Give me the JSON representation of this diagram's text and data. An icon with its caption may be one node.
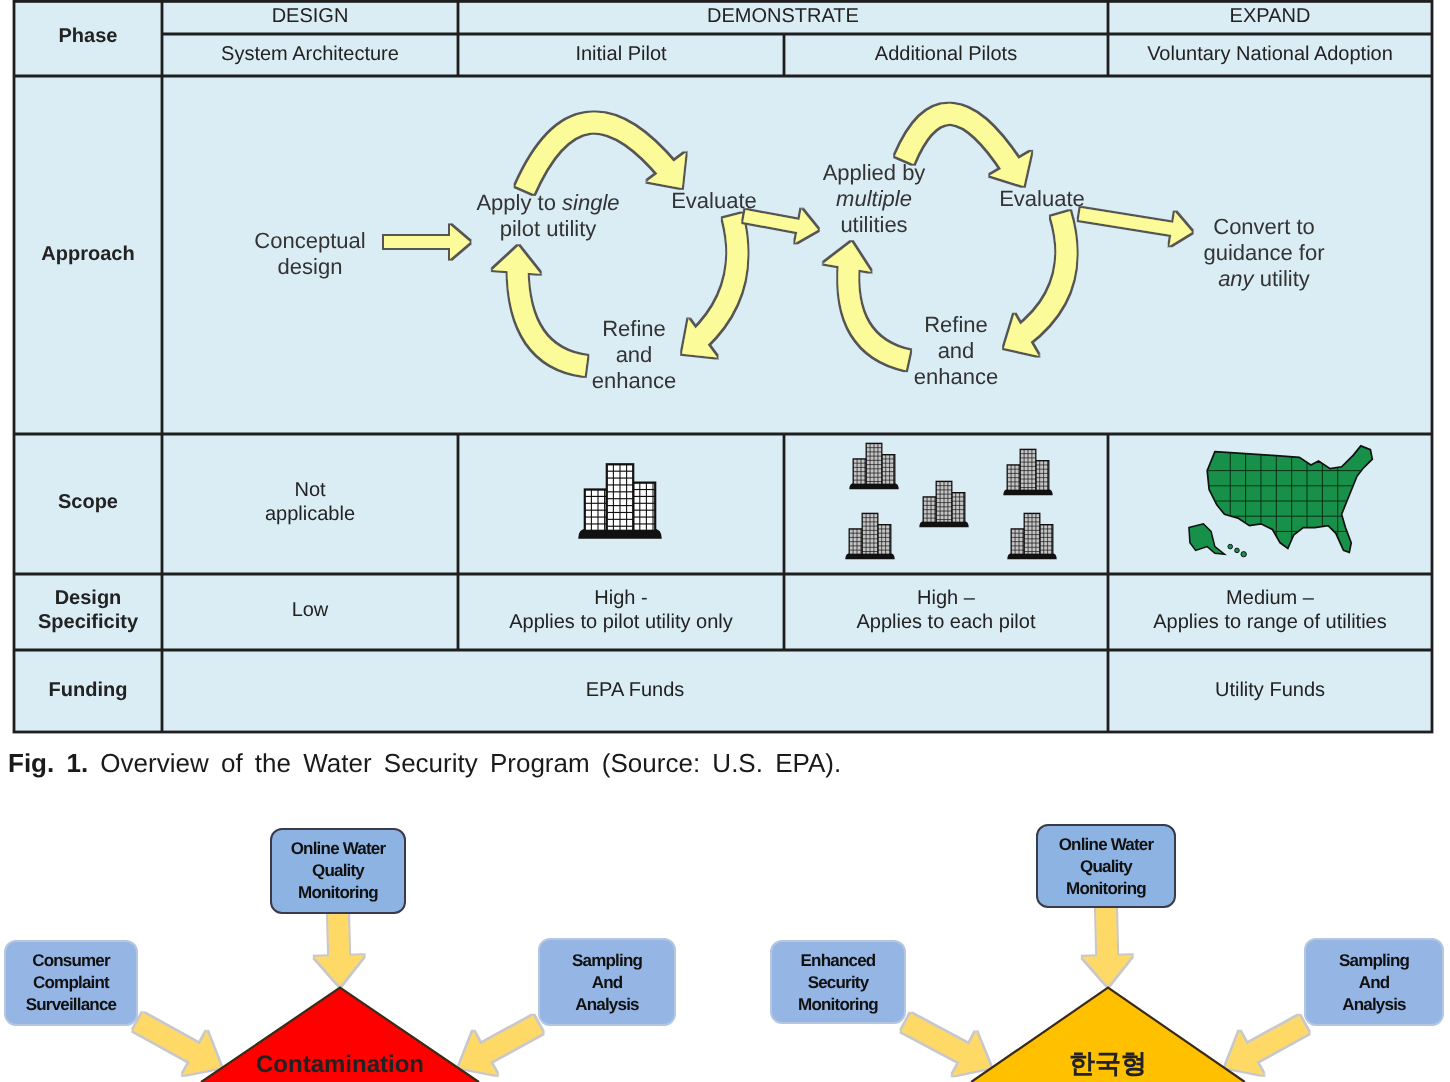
{
  "diagram": {
    "caption": "**Fig. 1.** Overview of the Water Security Program (Source: U.S. EPA).",
    "nodes": [
      {
        "text": [
          "Conceptual design"
        ]
      },
      {
        "text": [
          "Apply to *single* pilot utility"
        ]
      },
      {
        "text": [
          "Evaluate"
        ]
      },
      {
        "text": [
          "Refine and enhance"
        ]
      },
      {
        "text": [
          "Applied by *multiple* utilities"
        ]
      },
      {
        "text": [
          "Evaluate"
        ]
      },
      {
        "text": [
          "Refine and enhance"
        ]
      },
      {
        "text": [
          "Convert to guidance for *any* utility"
        ]
      },
      {
        "text": [
          "Online Water Quality Monitoring"
        ]
      },
      {
        "text": [
          "Consumer Complaint Surveillance"
        ]
      },
      {
        "text": [
          "Sampling And Analysis"
        ]
      },
      {
        "text": [
          "Contamination"
        ]
      },
      {
        "text": [
          "Online Water Quality Monitoring"
        ]
      },
      {
        "text": [
          "Enhanced Security Monitoring"
        ]
      },
      {
        "text": [
          "Sampling And Analysis"
        ]
      },
      {
        "text": [
          "한국형"
        ]
      }
    ],
    "edges": [
      {
        "from": 0,
        "to": 1,
        "arrow": "to"
      },
      {
        "from": 1,
        "to": 2,
        "arrow": "to"
      },
      {
        "from": 2,
        "to": 3,
        "arrow": "to"
      },
      {
        "from": 3,
        "to": 1,
        "arrow": "to"
      },
      {
        "from": 2,
        "to": 4,
        "arrow": "to"
      },
      {
        "from": 4,
        "to": 5,
        "arrow": "to"
      },
      {
        "from": 5,
        "to": 6,
        "arrow": "to"
      },
      {
        "from": 6,
        "to": 4,
        "arrow": "to"
      },
      {
        "from": 5,
        "to": 7,
        "arrow": "to"
      },
      {
        "from": 8,
        "to": 11,
        "arrow": "to",
        "color": "#ffd966"
      },
      {
        "from": 9,
        "to": 11,
        "arrow": "to",
        "color": "#ffd966"
      },
      {
        "from": 10,
        "to": 11,
        "arrow": "to",
        "color": "#ffd966"
      },
      {
        "from": 12,
        "to": 15,
        "arrow": "to",
        "color": "#ffd966"
      },
      {
        "from": 13,
        "to": 15,
        "arrow": "to",
        "color": "#ffd966"
      },
      {
        "from": 14,
        "to": 15,
        "arrow": "to",
        "color": "#ffd966"
      }
    ],
    "labels": [
      "Phase",
      "DESIGN",
      "DEMONSTRATE",
      "EXPAND",
      "System Architecture",
      "Initial Pilot",
      "Additional Pilots",
      "Voluntary National Adoption",
      "Approach",
      "Scope",
      "Not applicable",
      "Design Specificity",
      "Low",
      "High -",
      "Applies to pilot utility only",
      "High –",
      "Applies to each pilot",
      "Medium –",
      "Applies to range of utilities",
      "Funding",
      "EPA Funds",
      "Utility Funds"
    ]
  }
}
